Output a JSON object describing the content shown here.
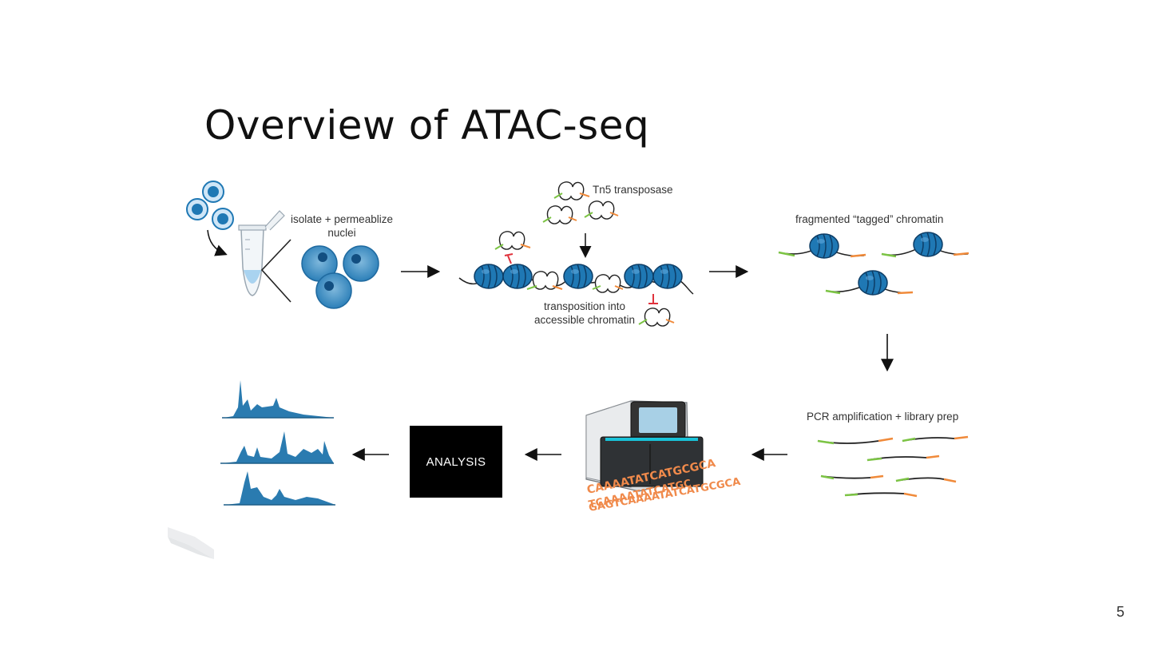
{
  "slide": {
    "title": "Overview of ATAC-seq",
    "page_number": "5"
  },
  "steps": {
    "isolate": "isolate + permeablize",
    "isolate_line2": "nuclei",
    "tn5": "Tn5 transposase",
    "transposition": "transposition into",
    "transposition_line2": "accessible chromatin",
    "fragmented": "fragmented “tagged” chromatin",
    "pcr": "PCR amplification + library prep",
    "analysis": "ANALYSIS"
  },
  "sequencer": {
    "reads": [
      "CAAAATATCATGCGCA",
      "TCAAAATATCATGC",
      "GAGTCAAAATATCATGCGCA"
    ]
  },
  "colors": {
    "nucleosome_blue": "#1f78b4",
    "adapter_green": "#7cc444",
    "adapter_orange": "#f08a3a",
    "inhibit_red": "#e0323c",
    "peak_blue": "#2a7bb0",
    "read_orange": "#f08a4b"
  },
  "icons": [
    "cells-icon",
    "tube-icon",
    "nuclei-icon",
    "tn5-icon",
    "nucleosome-icon",
    "sequencer-icon",
    "peaks-icon",
    "logo-icon"
  ]
}
